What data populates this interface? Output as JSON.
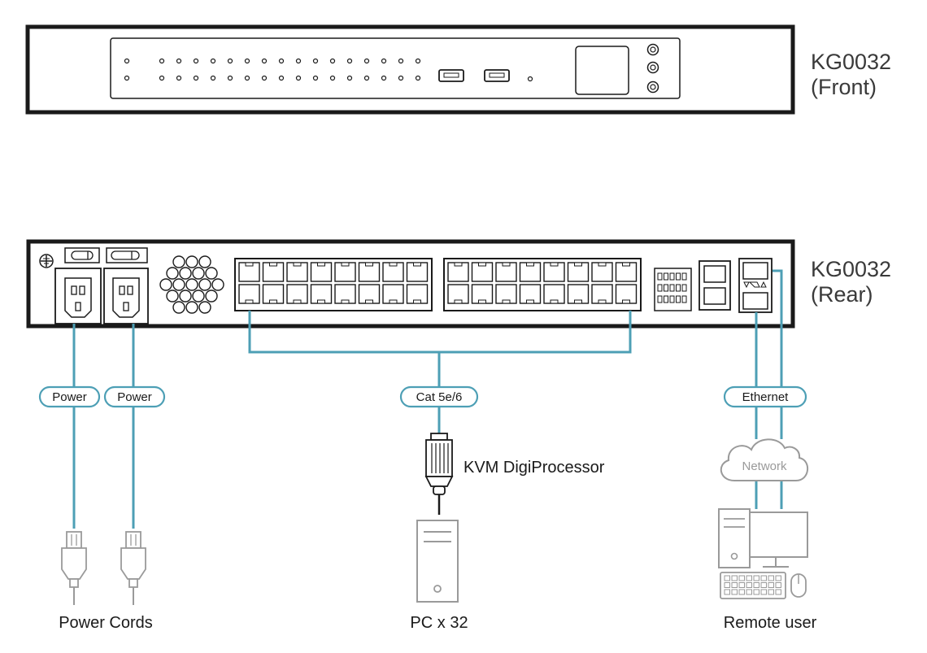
{
  "front_label": {
    "model": "KG0032",
    "side": "(Front)"
  },
  "rear_label": {
    "model": "KG0032",
    "side": "(Rear)"
  },
  "cables": {
    "power_1": "Power",
    "power_2": "Power",
    "cat": "Cat 5e/6",
    "ethernet": "Ethernet"
  },
  "network_cloud": "Network",
  "adapter_label": "KVM DigiProcessor",
  "bottom_labels": {
    "power_cords": "Power Cords",
    "pc": "PC x 32",
    "remote_user": "Remote user"
  },
  "colors": {
    "cable": "#4d9fb5",
    "device_outline": "#1a1a1a",
    "peripheral_gray": "#9a9a9a"
  }
}
